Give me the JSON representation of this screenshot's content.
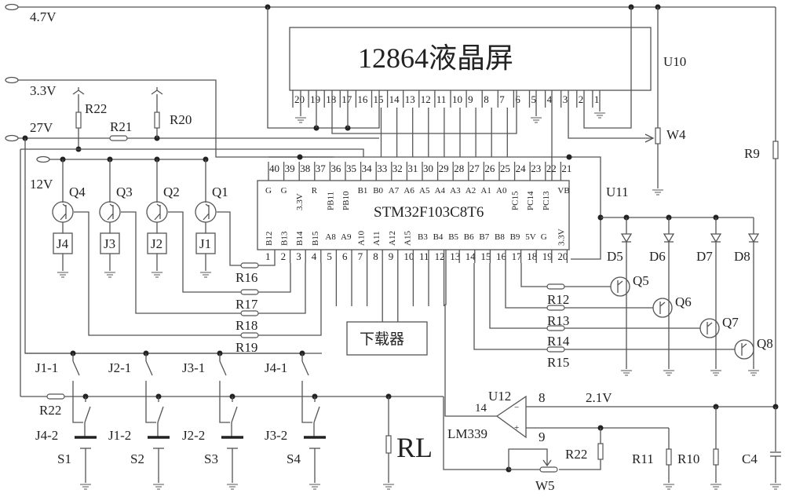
{
  "rails": {
    "v47": "4.7V",
    "v33": "3.3V",
    "v27": "27V",
    "v12": "12V",
    "v21": "2.1V"
  },
  "lcd": {
    "title": "12864液晶屏",
    "ref": "U10",
    "pins": [
      "20",
      "19",
      "18",
      "17",
      "16",
      "15",
      "14",
      "13",
      "12",
      "11",
      "10",
      "9",
      "8",
      "7",
      "6",
      "5",
      "4",
      "3",
      "2",
      "1"
    ]
  },
  "mcu": {
    "part": "STM32F103C8T6",
    "ref": "U11",
    "top_pin_numbers": [
      "40",
      "39",
      "38",
      "37",
      "36",
      "35",
      "34",
      "33",
      "32",
      "31",
      "30",
      "29",
      "28",
      "27",
      "26",
      "25",
      "24",
      "23",
      "22",
      "21"
    ],
    "top_pin_names": [
      "G",
      "G",
      "3.3V",
      "R",
      "PB11",
      "PB10",
      "B1",
      "B0",
      "A7",
      "A6",
      "A5",
      "A4",
      "A3",
      "A2",
      "A1",
      "A0",
      "PC15",
      "PC14",
      "PC13",
      "VB"
    ],
    "bottom_pin_numbers": [
      "1",
      "2",
      "3",
      "4",
      "5",
      "6",
      "7",
      "8",
      "9",
      "10",
      "11",
      "12",
      "13",
      "14",
      "15",
      "16",
      "17",
      "18",
      "19",
      "20"
    ],
    "bottom_pin_names": [
      "B12",
      "B13",
      "B14",
      "B15",
      "A8",
      "A9",
      "A10",
      "A11",
      "A12",
      "A15",
      "B3",
      "B4",
      "B5",
      "B6",
      "B7",
      "B8",
      "B9",
      "5V",
      "G",
      "3.3V"
    ]
  },
  "downloader": {
    "label": "下载器"
  },
  "resistors": {
    "r22_top": "R22",
    "r21": "R21",
    "r20": "R20",
    "r9": "R9",
    "r16": "R16",
    "r17": "R17",
    "r18": "R18",
    "r19": "R19",
    "r12": "R12",
    "r13": "R13",
    "r14": "R14",
    "r15": "R15",
    "r22_left": "R22",
    "r22_cmp": "R22",
    "r11": "R11",
    "r10": "R10",
    "rl": "RL"
  },
  "pots": {
    "w4": "W4",
    "w5": "W5"
  },
  "transistors": {
    "left": [
      "Q4",
      "Q3",
      "Q2",
      "Q1"
    ],
    "right": [
      "Q5",
      "Q6",
      "Q7",
      "Q8"
    ]
  },
  "relays": [
    "J4",
    "J3",
    "J2",
    "J1"
  ],
  "diodes": [
    "D5",
    "D6",
    "D7",
    "D8"
  ],
  "switches_top": [
    "J1-1",
    "J2-1",
    "J3-1",
    "J4-1"
  ],
  "switches_bottom": [
    "J4-2",
    "J1-2",
    "J2-2",
    "J3-2"
  ],
  "batteries": [
    "S1",
    "S2",
    "S3",
    "S4"
  ],
  "comparator": {
    "ref": "U12",
    "part": "LM339",
    "pin_out": "14",
    "pin_neg": "8",
    "pin_pos": "9"
  },
  "capacitor": "C4"
}
